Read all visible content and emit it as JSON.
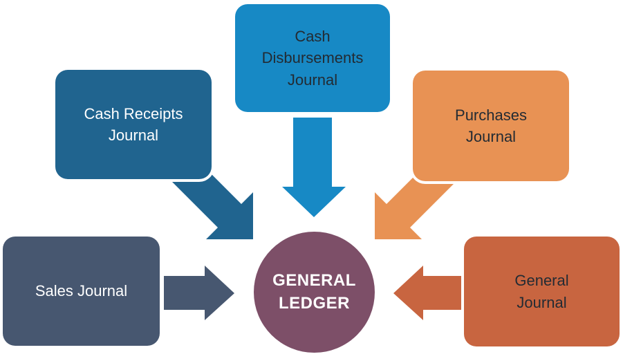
{
  "canvas": {
    "background": "#FFFFFF"
  },
  "colors": {
    "cash_receipts": "#20648F",
    "cash_disbursements": "#1789C5",
    "purchases": "#E89254",
    "sales": "#475770",
    "general_journal": "#C86540",
    "ledger_circle": "#7D4F68",
    "text_light": "#FFFFFF",
    "text_dark": "#232B33"
  },
  "nodes": {
    "cash_receipts": {
      "line1": "Cash Receipts",
      "line2": "Journal"
    },
    "cash_disbursements": {
      "line1": "Cash",
      "line2": "Disbursements",
      "line3": "Journal"
    },
    "purchases": {
      "line1": "Purchases",
      "line2": "Journal"
    },
    "sales": {
      "line1": "Sales Journal"
    },
    "general_journal": {
      "line1": "General",
      "line2": "Journal"
    }
  },
  "center": {
    "line1": "GENERAL",
    "line2": "LEDGER"
  }
}
